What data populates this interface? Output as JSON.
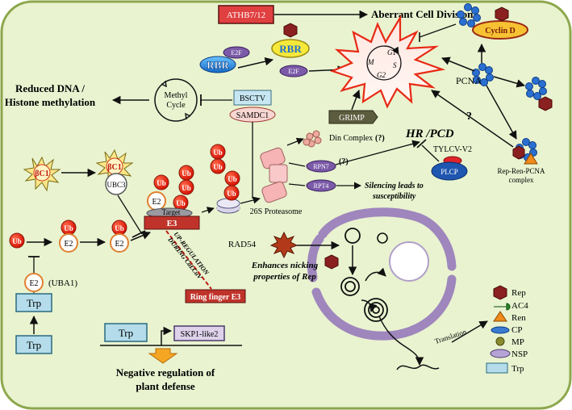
{
  "labels": {
    "athb": "ATHB7/12",
    "aberrant": "Aberrant Cell Division",
    "cyclin_d": "Cyclin D",
    "e2f_top": "E2F",
    "rbr_left": "RBR",
    "rbr_right": "RBR",
    "e2f_right": "E2F",
    "g1": "G1",
    "m": "M",
    "s": "S",
    "g2": "G2",
    "pcna": "PCNA",
    "reduced_line1": "Reduced DNA /",
    "reduced_line2": "Histone methylation",
    "methyl_line1": "Methyl",
    "methyl_line2": "Cycle",
    "bsctv": "BSCTV",
    "samdc1": "SAMDC1",
    "grimp": "GRIMP",
    "din_complex": "Din Complex",
    "q1": "(?)",
    "q2": "(?)",
    "q3": "?",
    "hr_pcd": "HR /PCD",
    "tylcv": "TYLCV-V2",
    "plcp": "PLCP",
    "rpn7": "RPN7",
    "rpt4": "RPT4",
    "silencing_line1": "Silencing leads to",
    "silencing_line2": "susceptibility",
    "proteasome": "26S Proteasome",
    "rep_ren_line1": "Rep-Ren-PCNA",
    "rep_ren_line2": "complex",
    "bc1_left": "βC1",
    "bc1_right": "βC1",
    "ubc3": "UBC3",
    "ub": "Ub",
    "e2": "E2",
    "target": "Target",
    "e3": "E3",
    "upreg_line1": "UP-REGULATION",
    "upreg_line2": "DURING CaLCuV",
    "ring_finger": "Ring finger E3",
    "uba1": "(UBA1)",
    "trp": "Trp",
    "rad54": "RAD54",
    "enhances_line1": "Enhances nicking",
    "enhances_line2": "properties of Rep",
    "skp1": "SKP1-like2",
    "negative_line1": "Negative regulation of",
    "negative_line2": "plant defense",
    "translation": "Translation"
  },
  "legend": [
    {
      "label": "Rep",
      "icon": "hexagon-icon"
    },
    {
      "label": "AC4",
      "icon": "oval-icon"
    },
    {
      "label": "Ren",
      "icon": "triangle-icon"
    },
    {
      "label": "CP",
      "icon": "ellipse-icon"
    },
    {
      "label": "MP",
      "icon": "circle-icon"
    },
    {
      "label": "NSP",
      "icon": "ellipse-icon"
    },
    {
      "label": "Trp",
      "icon": "rectangle-icon"
    }
  ],
  "colors": {
    "panel": "#e9f3d0",
    "panel_border": "#8da74c",
    "ub": "#e8180c",
    "e3": "#c0332a",
    "rbr": "#1e90e6",
    "e2f": "#7b5aa8",
    "trp": "#b4dcea",
    "starburst": "#f1301f",
    "pcna": "#2b6fd0",
    "grimp": "#5c5c3e",
    "rep": "#8a2020"
  }
}
